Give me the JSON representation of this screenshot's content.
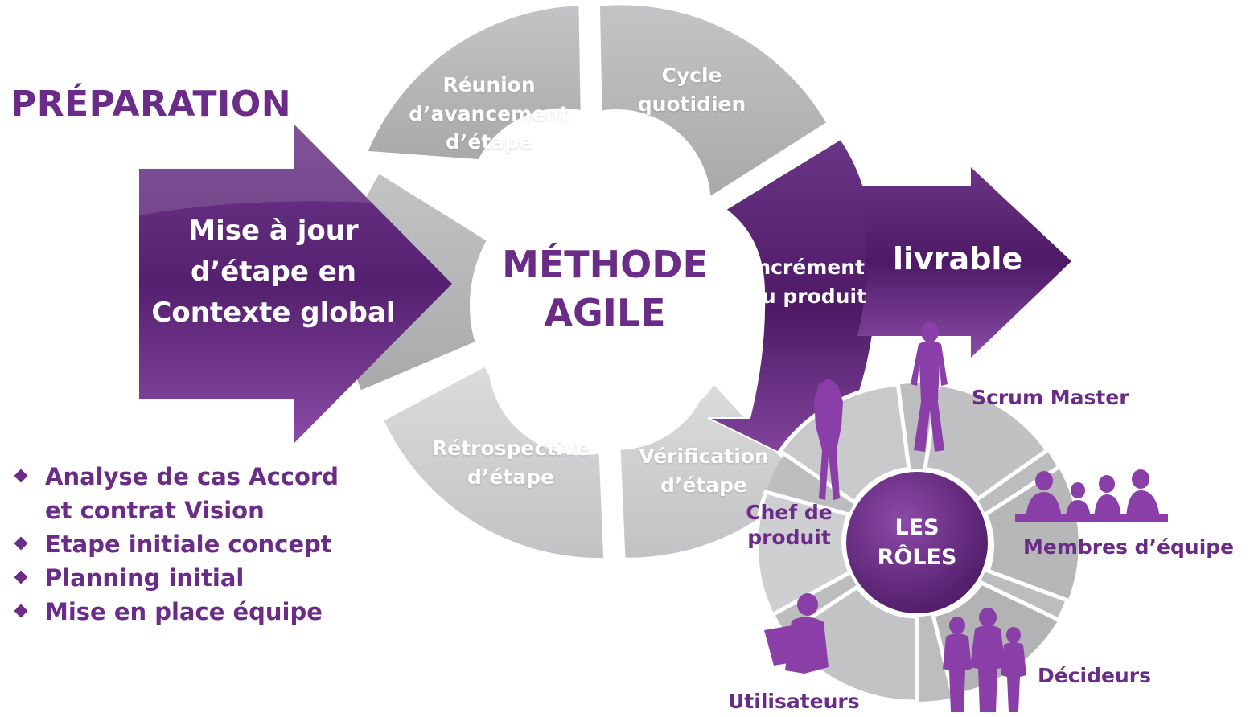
{
  "preparation": {
    "title": "PRÉPARATION",
    "arrow_text": "Mise à jour\nd’étape en\nContexte global",
    "items": [
      "Analyse de cas Accord\net contrat Vision",
      "Etape initiale concept",
      "Planning initial",
      "Mise en place équipe"
    ]
  },
  "cycle": {
    "center_text": "MÉTHODE\nAGILE",
    "segments": {
      "reunion": "Réunion\nd’avancement\nd’étape",
      "cycle_quotidien": "Cycle\nquotidien",
      "increment": "Incrément\ndu produit",
      "verification": "Vérification\nd’étape",
      "retrospective": "Rétrospective\nd’étape"
    }
  },
  "livrable": {
    "label": "livrable"
  },
  "roles": {
    "center_text": "LES\nRÔLES",
    "items": {
      "scrum_master": "Scrum Master",
      "membres": "Membres d’équipe",
      "decideurs": "Décideurs",
      "utilisateurs": "Utilisateurs",
      "chef_produit": "Chef de\nproduit"
    }
  },
  "colors": {
    "purple_dark": "#4e1a66",
    "purple_main": "#6a2c86",
    "purple_light": "#9a62b4",
    "grey_segment": "#b9b9bb",
    "grey_light": "#d6d6d8"
  },
  "icons": [
    "person-silhouette",
    "woman-silhouette",
    "team-meeting-silhouette",
    "group-silhouette",
    "laptop-user-silhouette",
    "diamond-bullet"
  ]
}
